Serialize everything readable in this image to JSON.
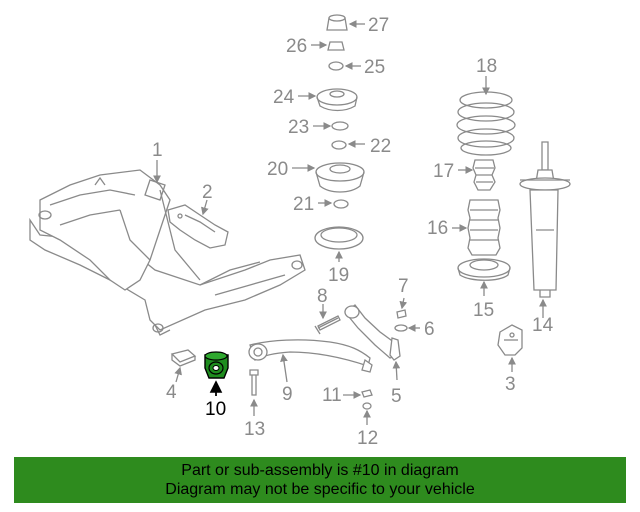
{
  "diagram": {
    "callouts": {
      "c1": "1",
      "c2": "2",
      "c3": "3",
      "c4": "4",
      "c5": "5",
      "c6": "6",
      "c7": "7",
      "c8": "8",
      "c9": "9",
      "c10": "10",
      "c11": "11",
      "c12": "12",
      "c13": "13",
      "c14": "14",
      "c15": "15",
      "c16": "16",
      "c17": "17",
      "c18": "18",
      "c19": "19",
      "c20": "20",
      "c21": "21",
      "c22": "22",
      "c23": "23",
      "c24": "24",
      "c25": "25",
      "c26": "26",
      "c27": "27"
    },
    "highlighted_part": "10",
    "highlight_color": "#1e8c1e",
    "line_color": "#8a8a8a"
  },
  "banner": {
    "line1": "Part or sub-assembly is #10 in diagram",
    "line2": "Diagram may not be specific to your vehicle",
    "background": "#2e8b1e"
  }
}
